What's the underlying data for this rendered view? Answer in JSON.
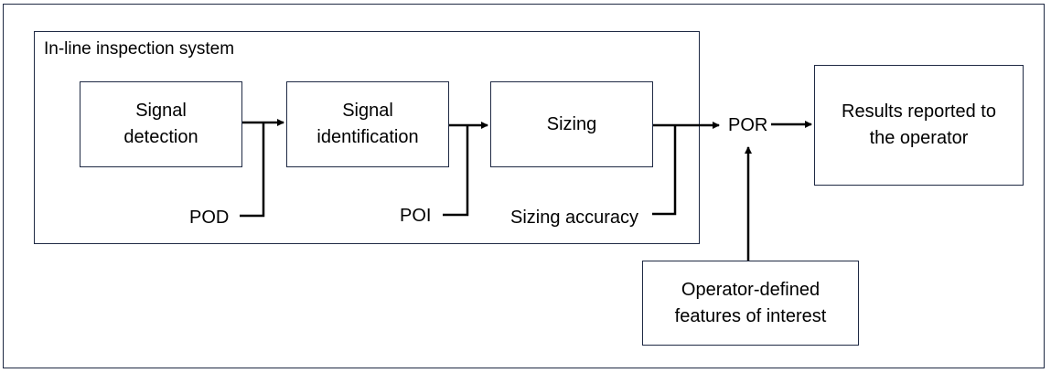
{
  "group": {
    "title": "In-line inspection system"
  },
  "boxes": {
    "signal_detection": {
      "line1": "Signal",
      "line2": "detection"
    },
    "signal_identification": {
      "line1": "Signal",
      "line2": "identification"
    },
    "sizing": {
      "line1": "Sizing"
    },
    "results": {
      "line1": "Results reported to",
      "line2": "the operator"
    },
    "operator_features": {
      "line1": "Operator-defined",
      "line2": "features of interest"
    }
  },
  "labels": {
    "pod": "POD",
    "poi": "POI",
    "sizing_accuracy": "Sizing accuracy",
    "por": "POR"
  },
  "colors": {
    "box_border": "#1f2a44",
    "line": "#000000"
  }
}
